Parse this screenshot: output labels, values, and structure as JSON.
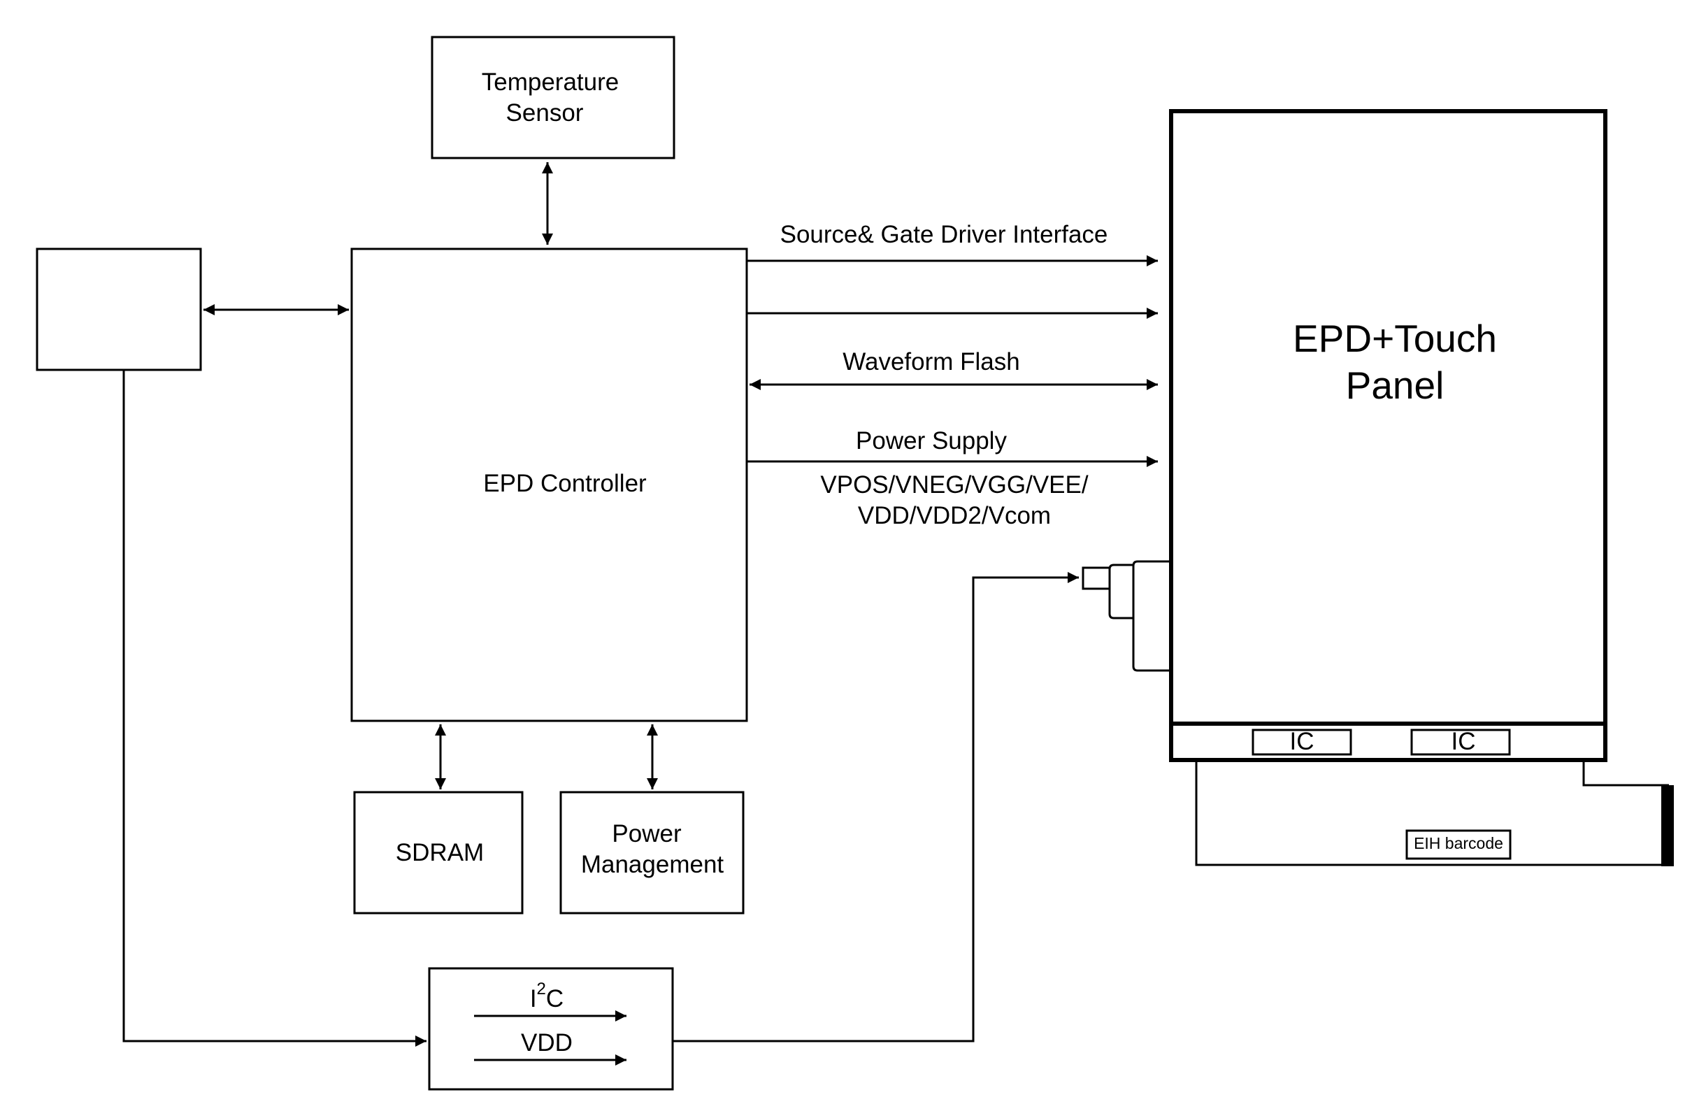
{
  "blocks": {
    "temperature_sensor": {
      "line1": "Temperature",
      "line2": "Sensor"
    },
    "host_box": {},
    "epd_controller": {
      "label": "EPD Controller"
    },
    "sdram": {
      "label": "SDRAM"
    },
    "power_management": {
      "line1": "Power",
      "line2": "Management"
    },
    "i2c_vdd": {
      "i2c_base": "I",
      "i2c_sup": "2",
      "i2c_tail": "C",
      "vdd": "VDD"
    },
    "epd_panel": {
      "line1": "EPD+Touch",
      "line2": "Panel"
    },
    "driver_ic_1": {
      "label": "IC"
    },
    "driver_ic_2": {
      "label": "IC"
    },
    "barcode": {
      "label": "EIH barcode"
    }
  },
  "signals": {
    "source_gate": "Source& Gate Driver Interface",
    "waveform_flash": "Waveform Flash",
    "power_supply": "Power Supply",
    "voltages_line1": "VPOS/VNEG/VGG/VEE/",
    "voltages_line2": "VDD/VDD2/Vcom"
  },
  "colors": {
    "stroke": "#000000",
    "background": "#ffffff"
  }
}
